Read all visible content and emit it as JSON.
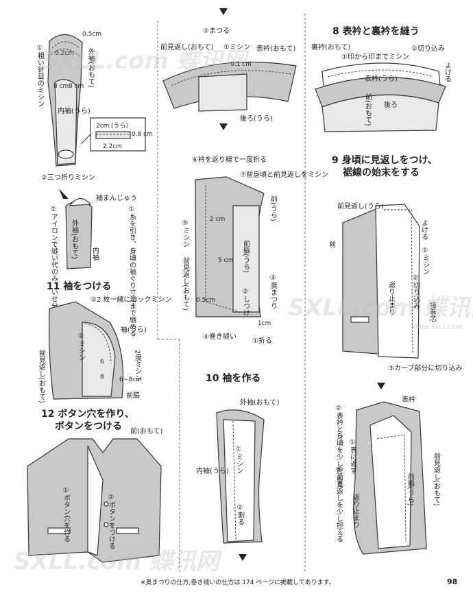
{
  "footnote": "※奥まつりの仕方,巻き縫いの仕方は 174 ページに掲載してあります。",
  "page_number": "98",
  "watermark": {
    "logo": "SXLL.com 蝶讯网",
    "url": "WWW.5XLL.COM"
  },
  "sleeve_prep": {
    "coarse_stitch": "①粗い針目のミシン",
    "outer_sleeve": "外袖(おもて)",
    "inner_sleeve": "内袖(うら)",
    "m_05": "0.5cm",
    "m_02": "0.2cm",
    "m_8a": "8 cm",
    "m_8b": "8 cm",
    "detail_ura": "(うら)",
    "d_2cm": "2cm",
    "d_08": "0.8 cm",
    "d_22": "2.2cm",
    "triple_fold": "②三つ折りミシン",
    "sleeve_ham": "袖まんじゅう",
    "iron_note": "②アイロンで縫い代のみ、いせ分をつぶす",
    "pull_thread": "①糸を引き、身頃の袖ぐり寸法まで縮める",
    "outer_sleeve_v": "外袖(おもて)",
    "inner_sleeve_v": "内袖"
  },
  "step11": {
    "title": "11 袖をつける",
    "lock_stitch": "②2 枚一緒にロックミシン",
    "machine": "①ミシン",
    "sleeve_ura": "袖(うら)",
    "front_facing": "前見返し(おもて)",
    "double_stitch": "2度ミシン",
    "m_6": "6",
    "m_8": "8",
    "m_6_8": "6~8cm",
    "front_side": "前脇"
  },
  "step12": {
    "title": "12 ボタン穴を作り、ボタンをつける",
    "front": "前(おもて)",
    "buttonhole": "①ボタン穴を作る",
    "button": "②ボタンをつける"
  },
  "collar_top": {
    "front_facing": "前見返し(おもて)",
    "blind_stitch": "②まつる",
    "machine": "①ミシン",
    "top_collar": "表衿(おもて)",
    "m_01": "0.1 cm",
    "back": "後ろ(うら)"
  },
  "facing_detail": {
    "fold_line": "⑥衿を返り線で一度折る",
    "hem_facing": "⑦前身頃と前見返しをミシン",
    "front_ura": "前(うら)",
    "m_2": "2 cm",
    "m_5": "5 cm",
    "m_05": "0.5cm",
    "machine": "⑤ミシン",
    "front_facing": "前見返し(おもて)",
    "front_side": "前脇(うら)",
    "back_blind": "③奥まつり",
    "secure": "②しつけ",
    "m_1": "1cm",
    "roll_stitch": "④巻き縫い",
    "fold": "①折る"
  },
  "step8": {
    "title": "8 表衿と裏衿を縫う",
    "under_collar": "裏衿(おもて)",
    "mark_stitch": "①印から印までミシン",
    "clip": "②切り込み",
    "align": "よける",
    "top_collar": "表衿(うら)",
    "front": "前(おもて)",
    "back": "後ろ"
  },
  "step9": {
    "title": "9 身頃に見返しをつけ、裾線の始末をする",
    "front_facing": "前見返し(うら)",
    "align": "よける",
    "front": "前",
    "machine": "①ミシン",
    "clip": "②切り込み",
    "lapel_end": "返り止まり",
    "seam_allow": "接着芯",
    "curve_clip": "③カーブ部分に切り込み"
  },
  "step9b": {
    "top_collar": "表衿",
    "pull_note": "②表衿と身頃を少し控える",
    "turn": "①表に返す",
    "facing_pull": "③前見返しを少し控える",
    "front_facing": "前見返し(おもて)",
    "front_side": "前脇(うら)",
    "lapel_end": "返り止まり"
  },
  "step10": {
    "title": "10 袖を作る",
    "outer_sleeve": "外袖(おもて)",
    "machine": "①ミシン",
    "inner_sleeve": "内袖(うら)",
    "split": "②割る"
  }
}
